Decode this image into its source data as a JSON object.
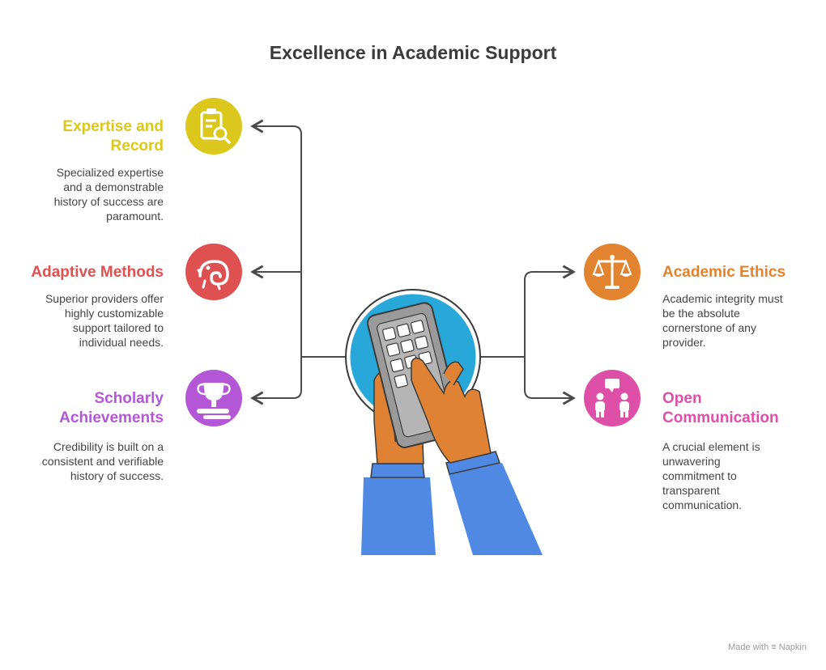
{
  "title": "Excellence in Academic Support",
  "colors": {
    "expertise": "#dcc71c",
    "adaptive": "#df5050",
    "scholarly": "#b457d6",
    "ethics": "#e2832f",
    "communication": "#de4fa8",
    "connector": "#4a4a4a",
    "sleeve": "#4f89e3",
    "hand": "#e08234",
    "device": "#9a9a9a",
    "screen_circle": "#27a8d8"
  },
  "items": {
    "expertise": {
      "title": "Expertise and Record",
      "title_lines": [
        "Expertise and",
        "Record"
      ],
      "desc_lines": [
        "Specialized expertise",
        "and a demonstrable",
        "history of success are",
        "paramount."
      ],
      "icon": "clipboard-search-icon"
    },
    "adaptive": {
      "title": "Adaptive Methods",
      "title_lines": [
        "Adaptive Methods"
      ],
      "desc_lines": [
        "Superior providers offer",
        "highly customizable",
        "support tailored to",
        "individual needs."
      ],
      "icon": "chameleon-icon"
    },
    "scholarly": {
      "title": "Scholarly Achievements",
      "title_lines": [
        "Scholarly",
        "Achievements"
      ],
      "desc_lines": [
        "Credibility is built on a",
        "consistent and verifiable",
        "history of success."
      ],
      "icon": "trophy-icon"
    },
    "ethics": {
      "title": "Academic Ethics",
      "title_lines": [
        "Academic Ethics"
      ],
      "desc_lines": [
        "Academic integrity must",
        "be the absolute",
        "cornerstone of any",
        "provider."
      ],
      "icon": "scales-icon"
    },
    "communication": {
      "title": "Open Communication",
      "title_lines": [
        "Open",
        "Communication"
      ],
      "desc_lines": [
        "A crucial element is",
        "unwavering",
        "commitment to",
        "transparent",
        "communication."
      ],
      "icon": "conversation-icon"
    }
  },
  "footer": {
    "made_with": "Made with",
    "brand": "Napkin"
  }
}
